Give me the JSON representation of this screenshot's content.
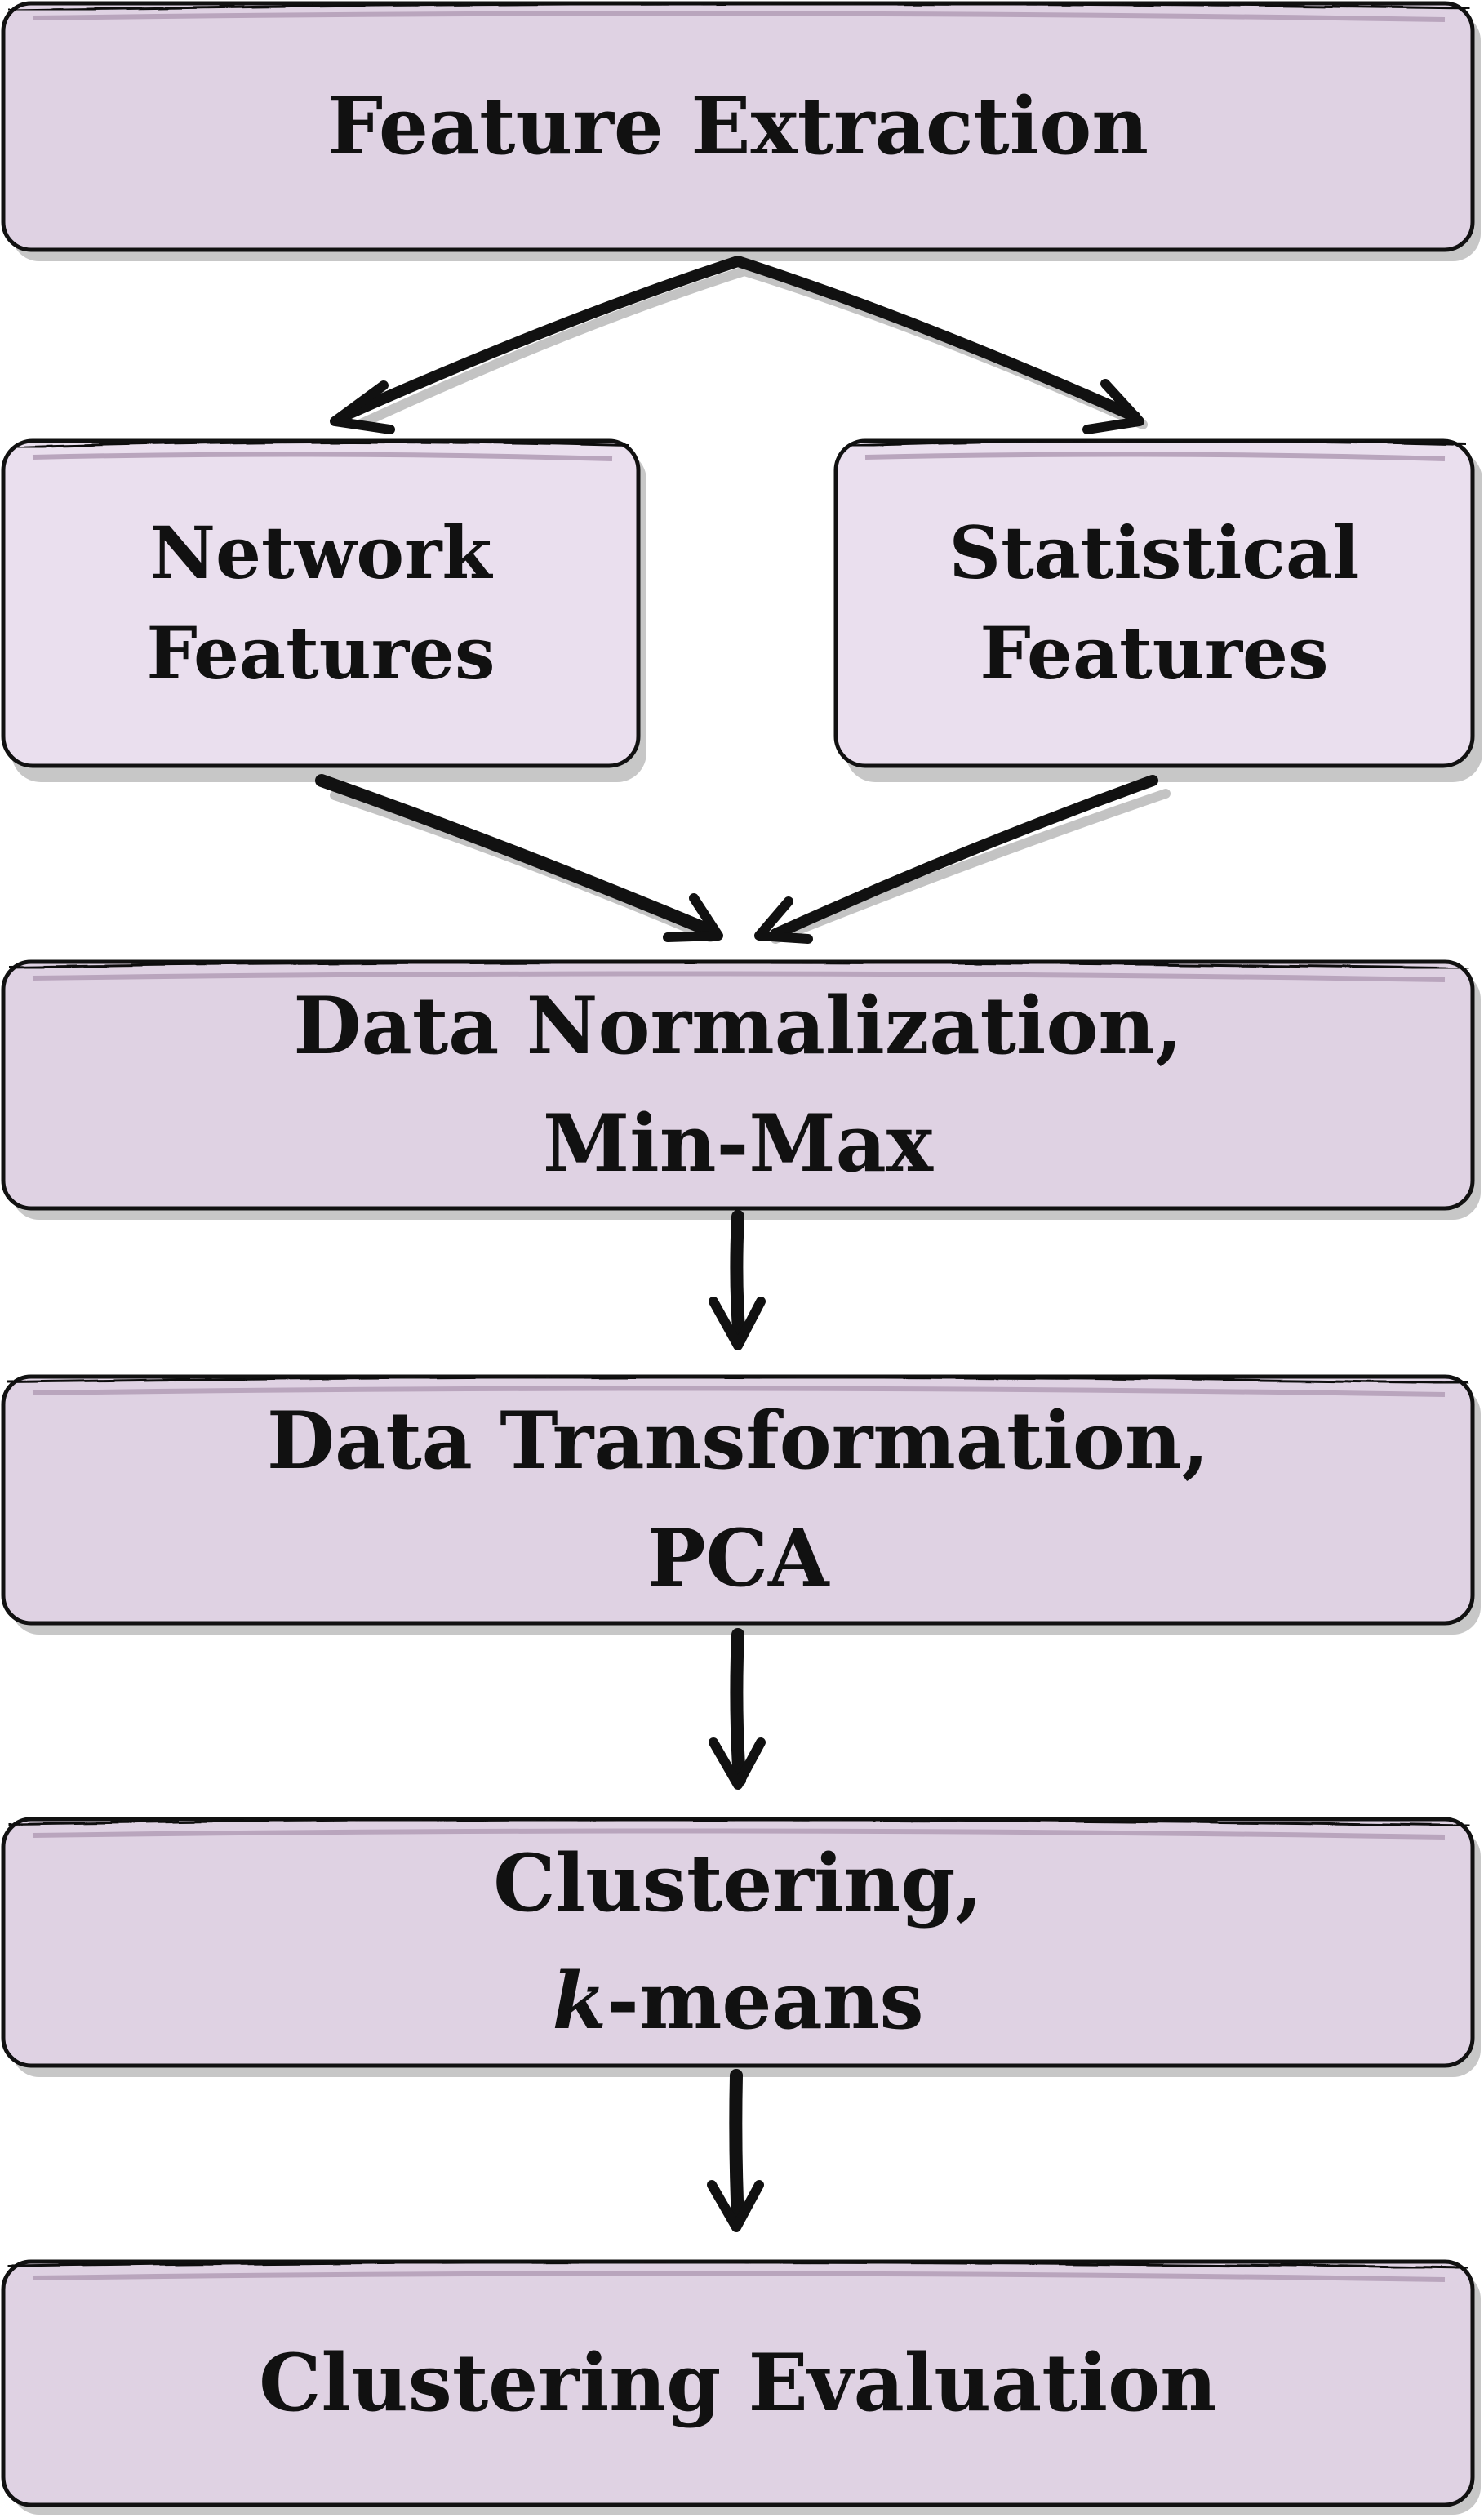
{
  "diagram": {
    "colors": {
      "box_fill_main": "#dfd2e3",
      "box_fill_branch": "#eadfee",
      "box_stripe": "#b9a5bd",
      "outline": "#111111",
      "shadow": "#9a9a9a",
      "arrow": "#111111"
    },
    "nodes": {
      "feature_extraction": {
        "line1": "Feature Extraction"
      },
      "network_features": {
        "line1": "Network",
        "line2": "Features"
      },
      "statistical_features": {
        "line1": "Statistical",
        "line2": "Features"
      },
      "data_normalization": {
        "line1": "Data Normalization,",
        "line2": "Min-Max"
      },
      "data_transformation": {
        "line1": "Data Transformation,",
        "line2": "PCA"
      },
      "clustering": {
        "line1": "Clustering,",
        "line2_italic": "k",
        "line2_rest": "-means"
      },
      "clustering_evaluation": {
        "line1": "Clustering Evaluation"
      }
    },
    "edges": [
      {
        "from": "feature_extraction",
        "to": "network_features"
      },
      {
        "from": "feature_extraction",
        "to": "statistical_features"
      },
      {
        "from": "network_features",
        "to": "data_normalization"
      },
      {
        "from": "statistical_features",
        "to": "data_normalization"
      },
      {
        "from": "data_normalization",
        "to": "data_transformation"
      },
      {
        "from": "data_transformation",
        "to": "clustering"
      },
      {
        "from": "clustering",
        "to": "clustering_evaluation"
      }
    ]
  }
}
